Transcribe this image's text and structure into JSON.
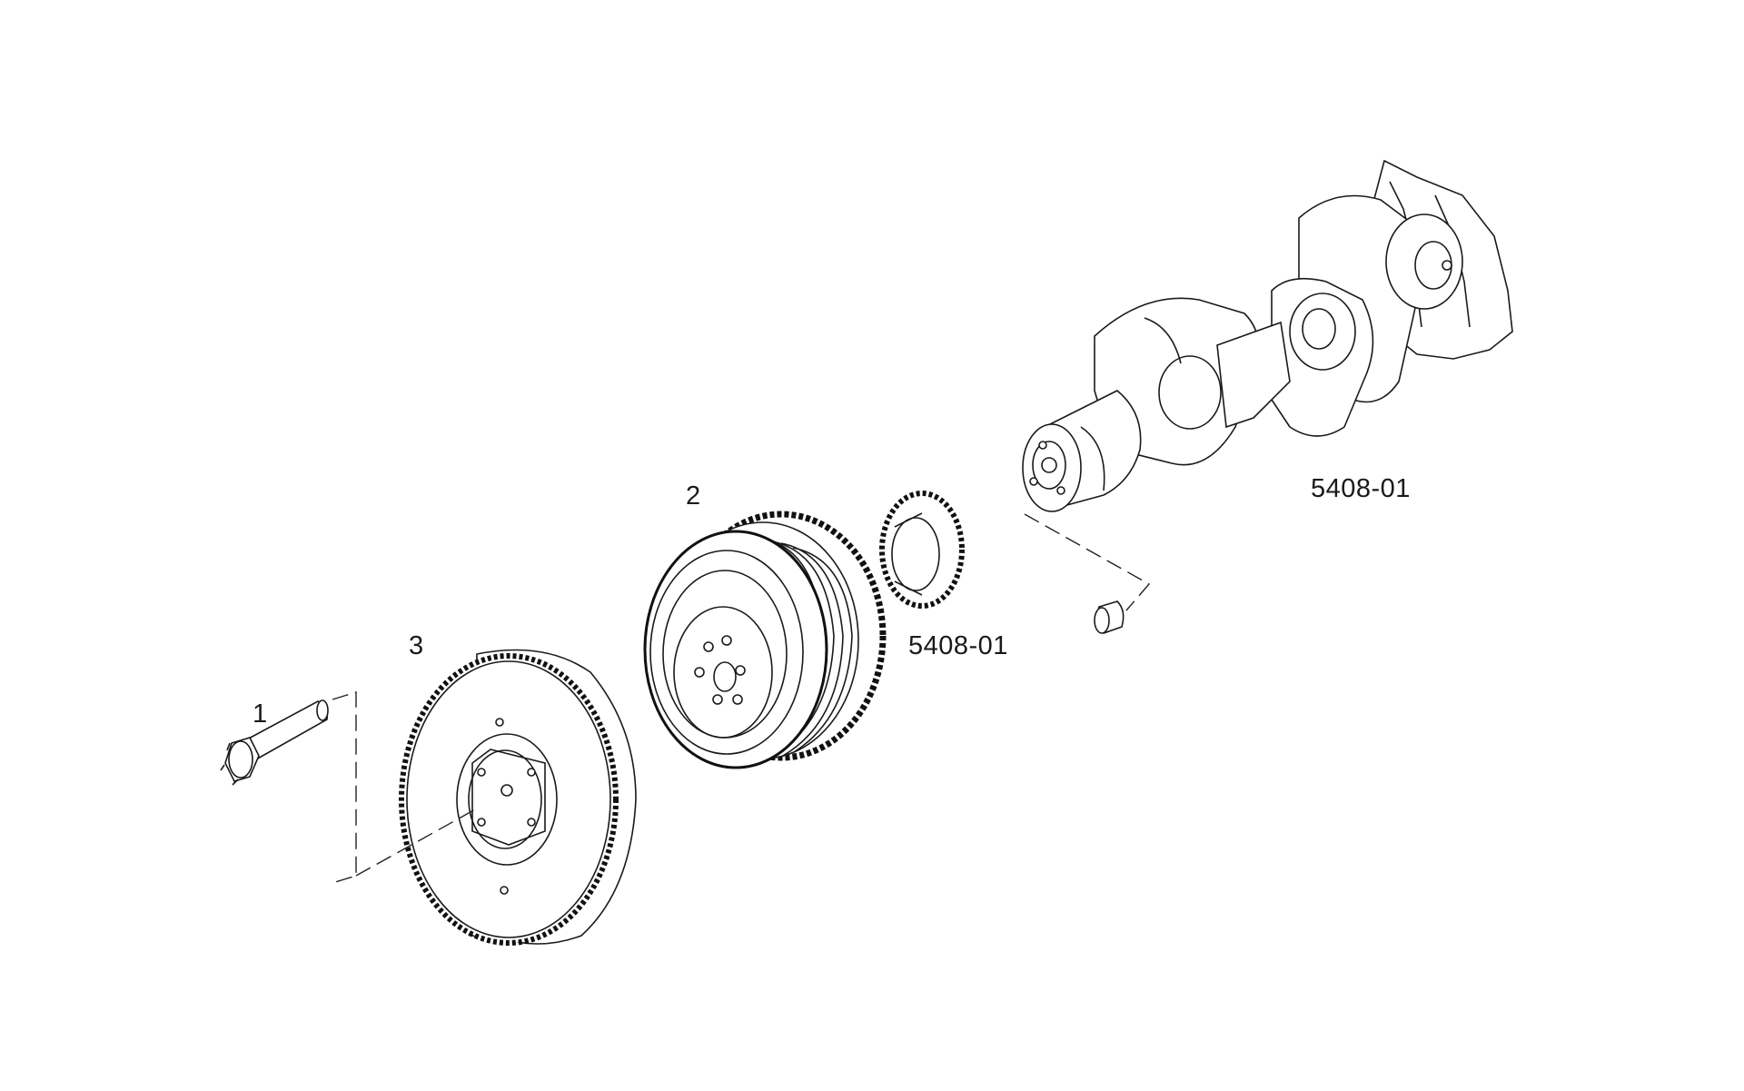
{
  "diagram": {
    "callouts": {
      "part_1": "1",
      "part_2": "2",
      "part_3": "3",
      "sprocket_ref": "5408-01",
      "crankshaft_ref": "5408-01"
    }
  },
  "colors": {
    "background": "#ffffff",
    "line": "#1a1a1a"
  }
}
